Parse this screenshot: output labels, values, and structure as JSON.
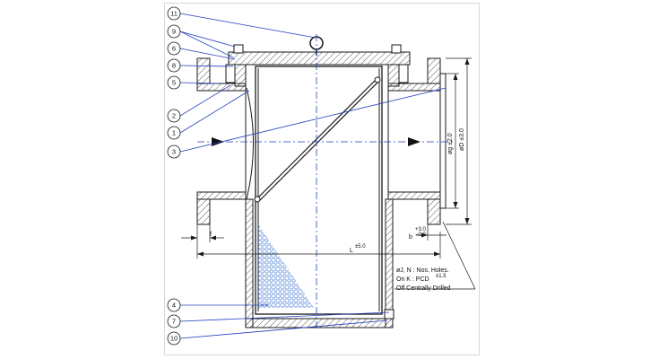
{
  "balloons": [
    {
      "id": "b11",
      "label": "11"
    },
    {
      "id": "b9",
      "label": "9"
    },
    {
      "id": "b6",
      "label": "6"
    },
    {
      "id": "b8",
      "label": "8"
    },
    {
      "id": "b5",
      "label": "5"
    },
    {
      "id": "b2",
      "label": "2"
    },
    {
      "id": "b1",
      "label": "1"
    },
    {
      "id": "b3",
      "label": "3"
    },
    {
      "id": "b4",
      "label": "4"
    },
    {
      "id": "b7",
      "label": "7"
    },
    {
      "id": "b10",
      "label": "10"
    }
  ],
  "dimensions": {
    "flange_thickness": "f",
    "face_to_face": "L",
    "face_to_face_tol": "±5.0",
    "raised_face": "b",
    "raised_face_tol_top": "+3.0",
    "raised_face_tol_bottom": "−0.0",
    "raised_face_dia": "øg ±2.0",
    "flange_od": "øD ±3.0"
  },
  "note": {
    "line1": "øJ, N : Nos. Holes.",
    "line2": "On K : PCD",
    "line2_tol": "±1.5",
    "line3": "Off Centrally Drilled"
  },
  "colors": {
    "outline": "#1a1a1a",
    "leader": "#1f3fbf",
    "hatch": "#333333",
    "mesh": "#4a7fd6"
  }
}
